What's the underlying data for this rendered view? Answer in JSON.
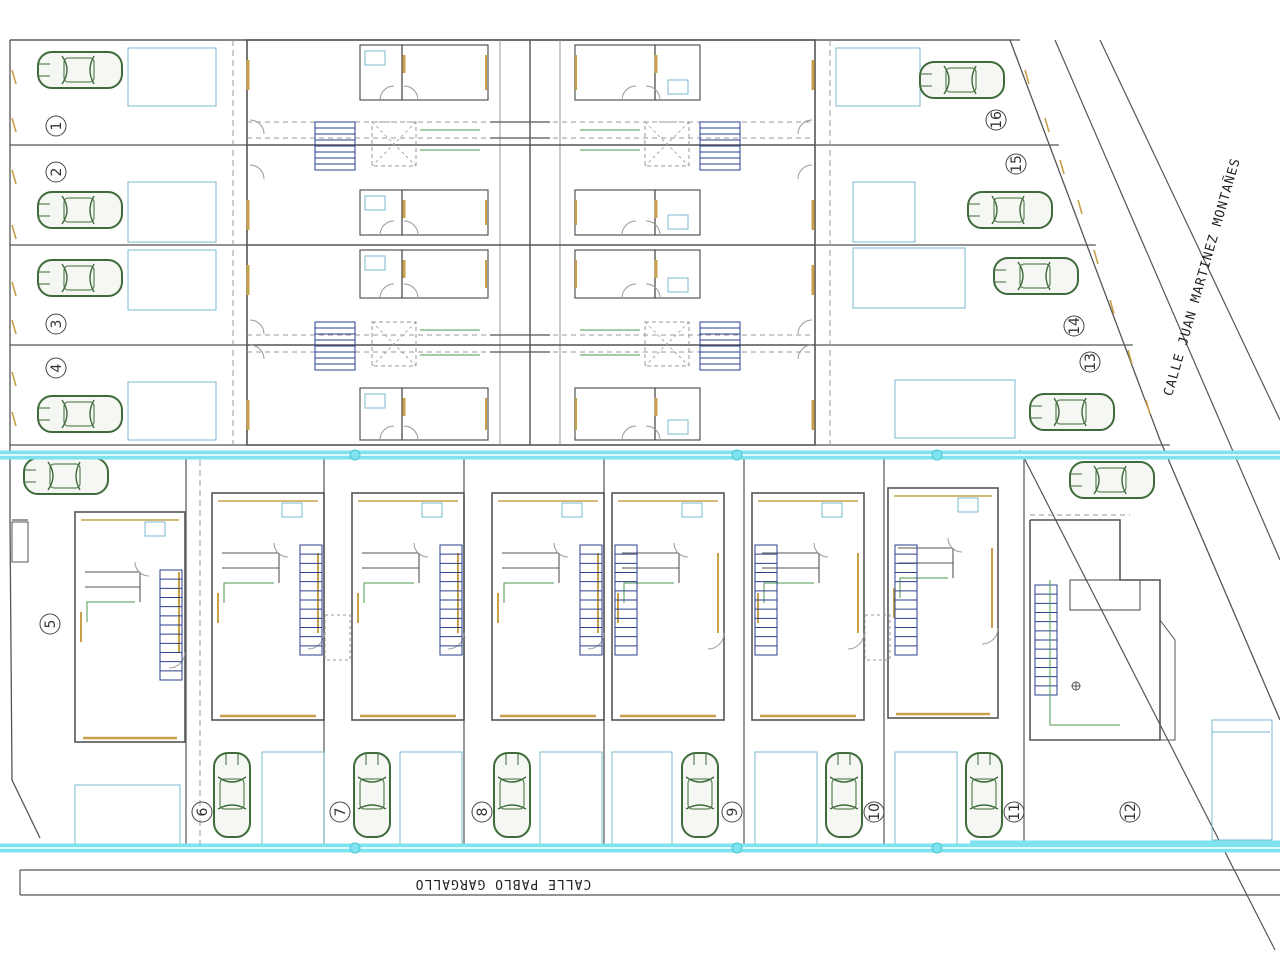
{
  "streets": {
    "bottom": "CALLE PABLO GARGALLO",
    "right": "CALLE JUAN MARTINEZ MONTAÑES"
  },
  "lots": [
    "1",
    "2",
    "3",
    "4",
    "5",
    "6",
    "7",
    "8",
    "9",
    "10",
    "11",
    "12",
    "13",
    "14",
    "15",
    "16"
  ],
  "colors": {
    "wall": "#555555",
    "thin": "#9a9a9a",
    "pipe": "#7ee3ef",
    "pipe_core": "#dff9fc",
    "car": "#3f6a3a",
    "door": "#c8a04a",
    "pool": "#7ab8cf",
    "stair": "#2a3f8f",
    "green": "#4e9a4e"
  }
}
